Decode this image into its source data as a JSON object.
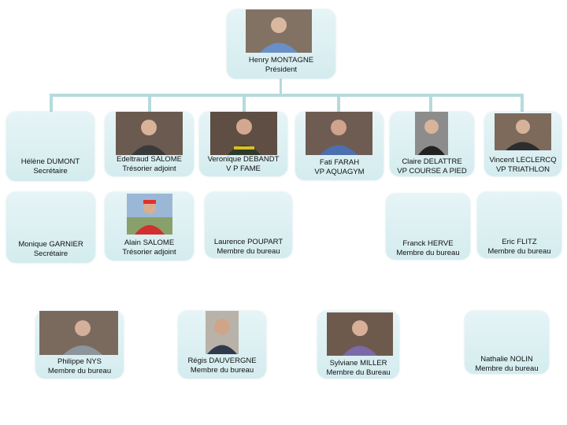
{
  "theme": {
    "box": "#dcefF2",
    "line": "#b5dadd"
  },
  "president": {
    "name": "Henry MONTAGNE",
    "role": "Président"
  },
  "row1": [
    {
      "name": "Hélène DUMONT",
      "role": "Secrétaire"
    },
    {
      "name": "Edeltraud SALOME",
      "role": "Trésorier adjoint"
    },
    {
      "name": "Veronique DEBANDT",
      "role": "V P FAME"
    },
    {
      "name": "Fati FARAH",
      "role": "VP AQUAGYM"
    },
    {
      "name": "Claire DELATTRE",
      "role": "VP COURSE A PIED"
    },
    {
      "name": "Vincent LECLERCQ",
      "role": "VP TRIATHLON"
    }
  ],
  "row2": [
    {
      "name": "Monique GARNIER",
      "role": "Secrétaire"
    },
    {
      "name": "Alain SALOME",
      "role": "Trésorier adjoint"
    },
    {
      "name": "Laurence POUPART",
      "role": "Membre du bureau"
    },
    {
      "name": "Franck HERVE",
      "role": "Membre du bureau"
    },
    {
      "name": "Eric FLITZ",
      "role": "Membre du bureau"
    }
  ],
  "row3": [
    {
      "name": "Philippe NYS",
      "role": "Membre du bureau"
    },
    {
      "name": "Régis DAUVERGNE",
      "role": "Membre du bureau"
    },
    {
      "name": "Sylviane MILLER",
      "role": "Membre du Bureau"
    },
    {
      "name": "Nathalie NOLIN",
      "role": "Membre du bureau"
    }
  ]
}
